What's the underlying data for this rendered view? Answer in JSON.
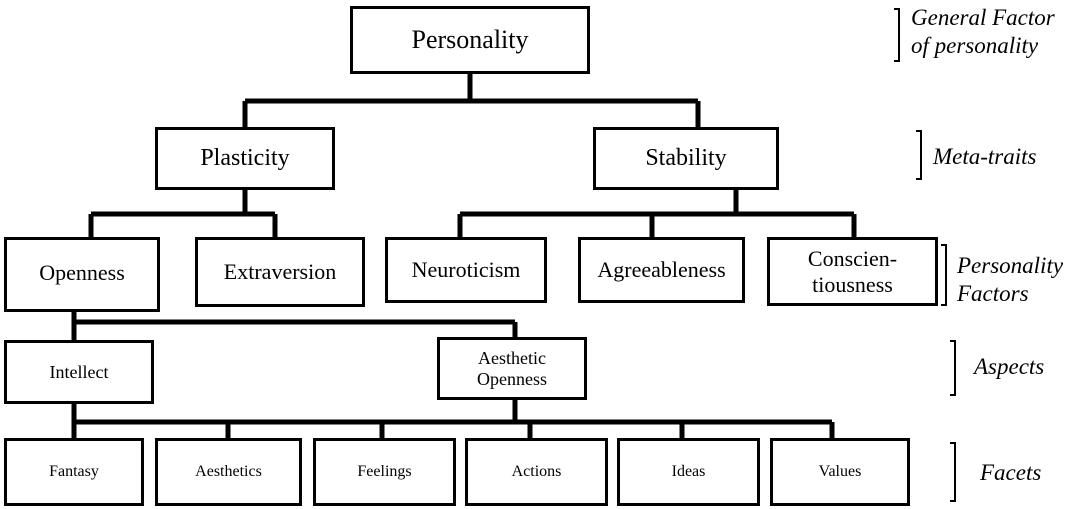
{
  "diagram": {
    "root": "Personality",
    "meta_traits": [
      "Plasticity",
      "Stability"
    ],
    "factors": [
      "Openness",
      "Extraversion",
      "Neuroticism",
      "Agreeableness",
      "Conscien-\ntiousness"
    ],
    "aspects": [
      "Intellect",
      "Aesthetic\nOpenness"
    ],
    "facets": [
      "Fantasy",
      "Aesthetics",
      "Feelings",
      "Actions",
      "Ideas",
      "Values"
    ]
  },
  "levels": {
    "general": "General Factor\nof personality",
    "meta": "Meta-traits",
    "factors": "Personality\nFactors",
    "aspects": "Aspects",
    "facets": "Facets"
  }
}
